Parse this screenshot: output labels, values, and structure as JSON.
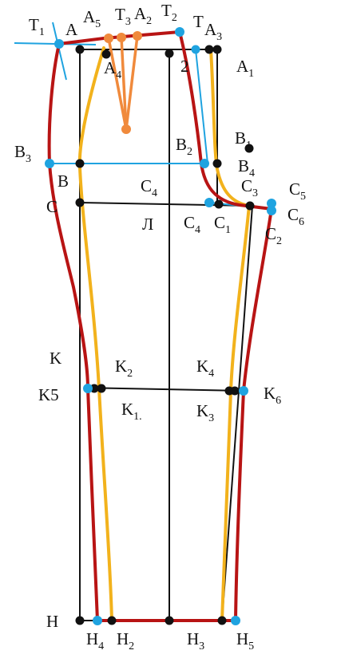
{
  "title": "",
  "colors": {
    "construction_line": "#111111",
    "outer_contour": "#b81414",
    "inner_contour": "#f2b21c",
    "dart": "#f08a3c",
    "auxiliary_line": "#1fa3e0",
    "base_point": "#111111",
    "derived_point": "#1fa3e0",
    "dart_point": "#f08a3c"
  },
  "labels": [
    {
      "base": "T",
      "sub": "1"
    },
    {
      "base": "A",
      "sub": ""
    },
    {
      "base": "A",
      "sub": "5"
    },
    {
      "base": "T",
      "sub": "3"
    },
    {
      "base": "A",
      "sub": "2"
    },
    {
      "base": "T",
      "sub": "2"
    },
    {
      "base": "T",
      "sub": ""
    },
    {
      "base": "A",
      "sub": "3"
    },
    {
      "base": "A",
      "sub": "4"
    },
    {
      "base": "2",
      "sub": ""
    },
    {
      "base": "A",
      "sub": "1"
    },
    {
      "base": "B",
      "sub": "3"
    },
    {
      "base": "B",
      "sub": "2"
    },
    {
      "base": "B",
      "sub": "1"
    },
    {
      "base": "B",
      "sub": "4"
    },
    {
      "base": "B",
      "sub": ""
    },
    {
      "base": "C",
      "sub": "4"
    },
    {
      "base": "C",
      "sub": "3"
    },
    {
      "base": "C",
      "sub": "5"
    },
    {
      "base": "C",
      "sub": ""
    },
    {
      "base": "Л",
      "sub": ""
    },
    {
      "base": "C",
      "sub": "4"
    },
    {
      "base": "C",
      "sub": "1"
    },
    {
      "base": "C",
      "sub": "6"
    },
    {
      "base": "C",
      "sub": "2"
    },
    {
      "base": "K",
      "sub": ""
    },
    {
      "base": "K",
      "sub": "2"
    },
    {
      "base": "K",
      "sub": "4"
    },
    {
      "base": "K5",
      "sub": ""
    },
    {
      "base": "K",
      "sub": "6"
    },
    {
      "base": "K",
      "sub": "1."
    },
    {
      "base": "K",
      "sub": "3"
    },
    {
      "base": "H",
      "sub": ""
    },
    {
      "base": "H",
      "sub": "4"
    },
    {
      "base": "H",
      "sub": "2"
    },
    {
      "base": "H",
      "sub": "3"
    },
    {
      "base": "H",
      "sub": "5"
    }
  ]
}
